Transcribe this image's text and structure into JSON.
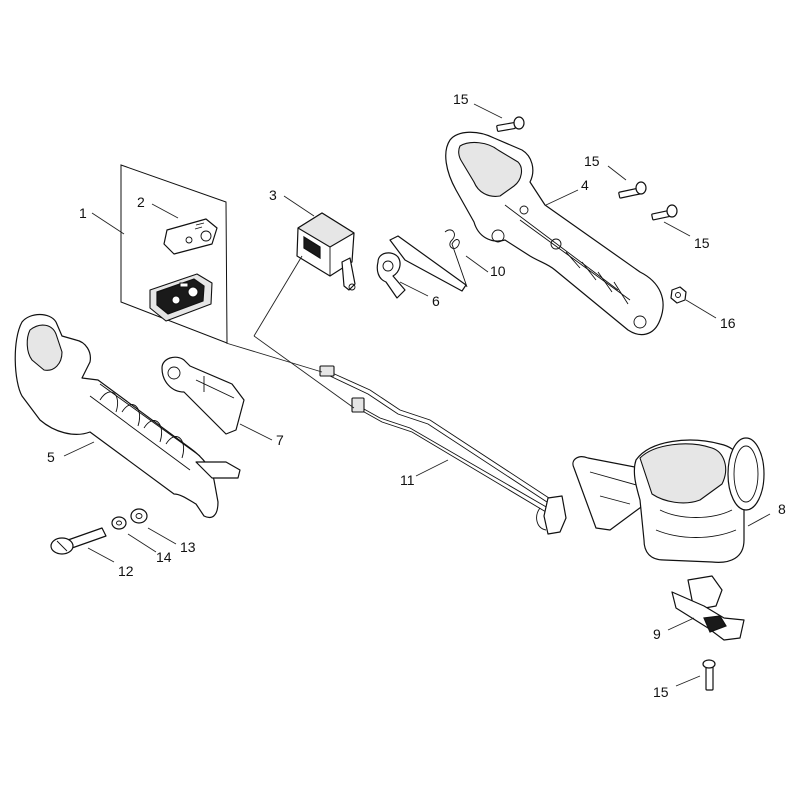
{
  "callouts": {
    "c1": "1",
    "c2": "2",
    "c3": "3",
    "c4": "4",
    "c5": "5",
    "c6": "6",
    "c7": "7",
    "c8": "8",
    "c9": "9",
    "c10": "10",
    "c11": "11",
    "c12": "12",
    "c13": "13",
    "c14": "14",
    "c15a": "15",
    "c15b": "15",
    "c15c": "15",
    "c15d": "15",
    "c16": "16"
  }
}
